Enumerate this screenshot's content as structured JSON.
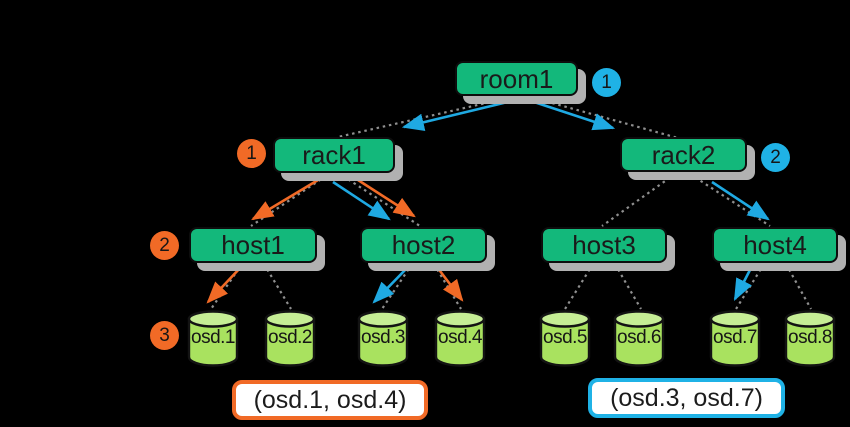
{
  "colors": {
    "background": "#000000",
    "node_green": "#13b87b",
    "node_shadow_gray": "#b1b1b1",
    "osd_body_green": "#a9e25f",
    "osd_top_green": "#c6ee95",
    "edge_dotted_gray": "#8f8f8f",
    "arrow_orange": "#f16a26",
    "arrow_blue": "#1fa9e2",
    "result_box_white": "#ffffff"
  },
  "tree": {
    "room": {
      "label": "room1"
    },
    "racks": [
      {
        "label": "rack1"
      },
      {
        "label": "rack2"
      }
    ],
    "hosts": [
      {
        "label": "host1"
      },
      {
        "label": "host2"
      },
      {
        "label": "host3"
      },
      {
        "label": "host4"
      }
    ],
    "osds": [
      {
        "label": "osd.1"
      },
      {
        "label": "osd.2"
      },
      {
        "label": "osd.3"
      },
      {
        "label": "osd.4"
      },
      {
        "label": "osd.5"
      },
      {
        "label": "osd.6"
      },
      {
        "label": "osd.7"
      },
      {
        "label": "osd.8"
      }
    ]
  },
  "step_badges": {
    "orange": [
      "1",
      "2",
      "3"
    ],
    "blue": [
      "1",
      "2"
    ]
  },
  "results": {
    "orange_set": "(osd.1, osd.4)",
    "blue_set": "(osd.3, osd.7)"
  }
}
